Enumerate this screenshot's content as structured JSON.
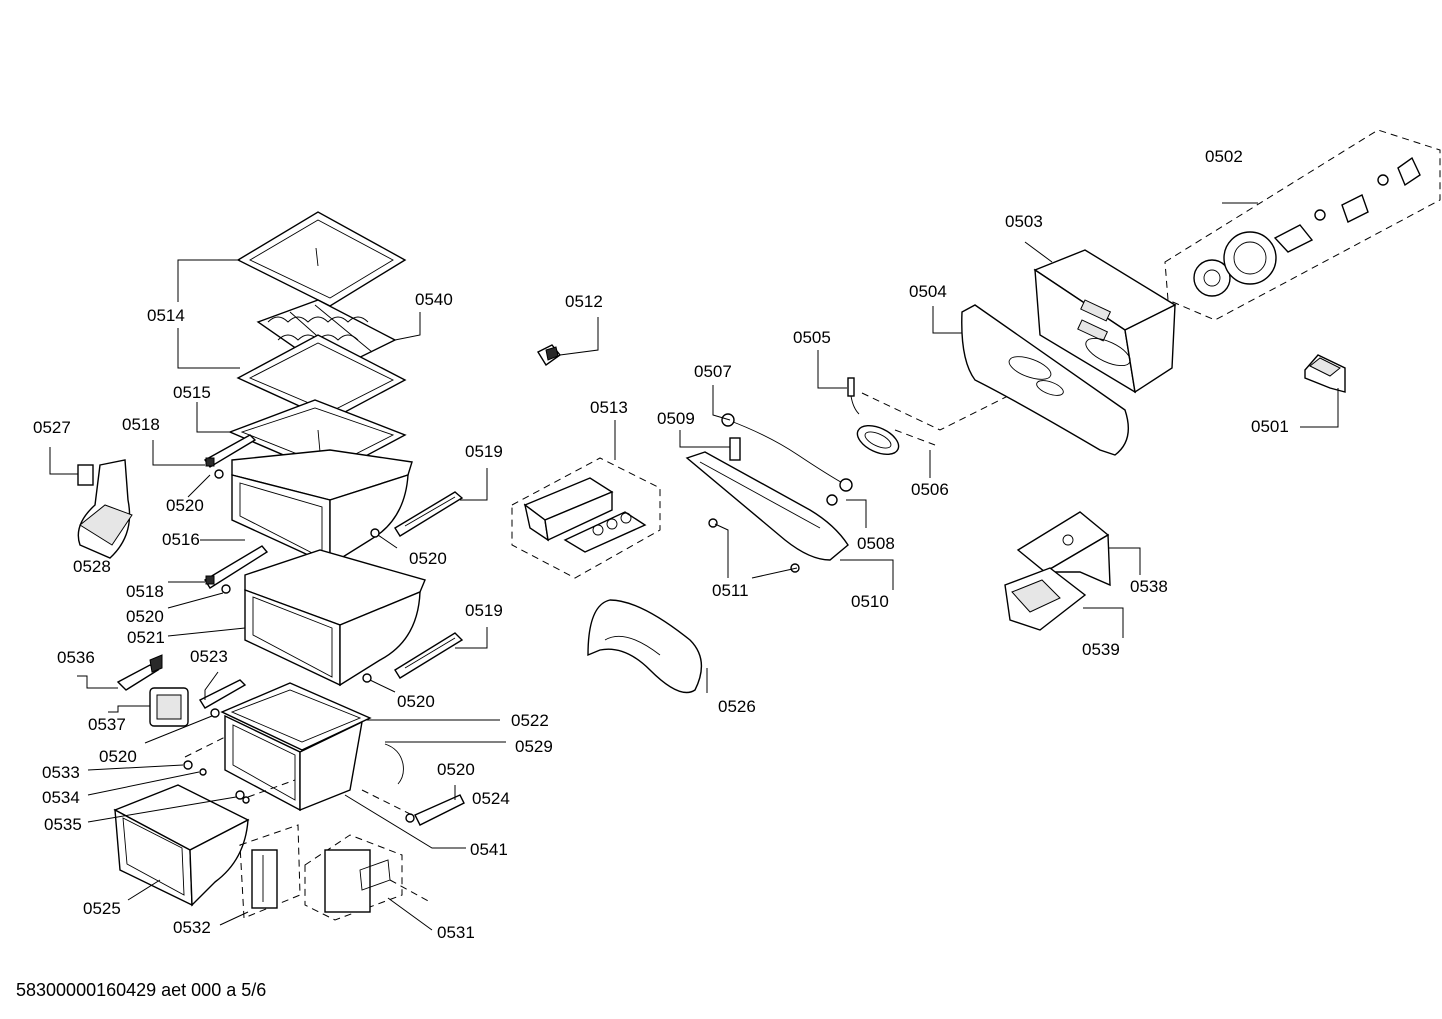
{
  "footer_text": "58300000160429 aet 000 a 5/6",
  "labels": {
    "p0501": "0501",
    "p0502": "0502",
    "p0503": "0503",
    "p0504": "0504",
    "p0505": "0505",
    "p0506": "0506",
    "p0507": "0507",
    "p0508": "0508",
    "p0509": "0509",
    "p0510": "0510",
    "p0511": "0511",
    "p0512": "0512",
    "p0513": "0513",
    "p0514": "0514",
    "p0515": "0515",
    "p0516": "0516",
    "p0518a": "0518",
    "p0518b": "0518",
    "p0519a": "0519",
    "p0519b": "0519",
    "p0520a": "0520",
    "p0520b": "0520",
    "p0520c": "0520",
    "p0520d": "0520",
    "p0520e": "0520",
    "p0520f": "0520",
    "p0521": "0521",
    "p0522": "0522",
    "p0523": "0523",
    "p0524": "0524",
    "p0525": "0525",
    "p0526": "0526",
    "p0527": "0527",
    "p0528": "0528",
    "p0529": "0529",
    "p0531": "0531",
    "p0532": "0532",
    "p0533": "0533",
    "p0534": "0534",
    "p0535": "0535",
    "p0536": "0536",
    "p0537": "0537",
    "p0538": "0538",
    "p0539": "0539",
    "p0540": "0540",
    "p0541": "0541"
  }
}
